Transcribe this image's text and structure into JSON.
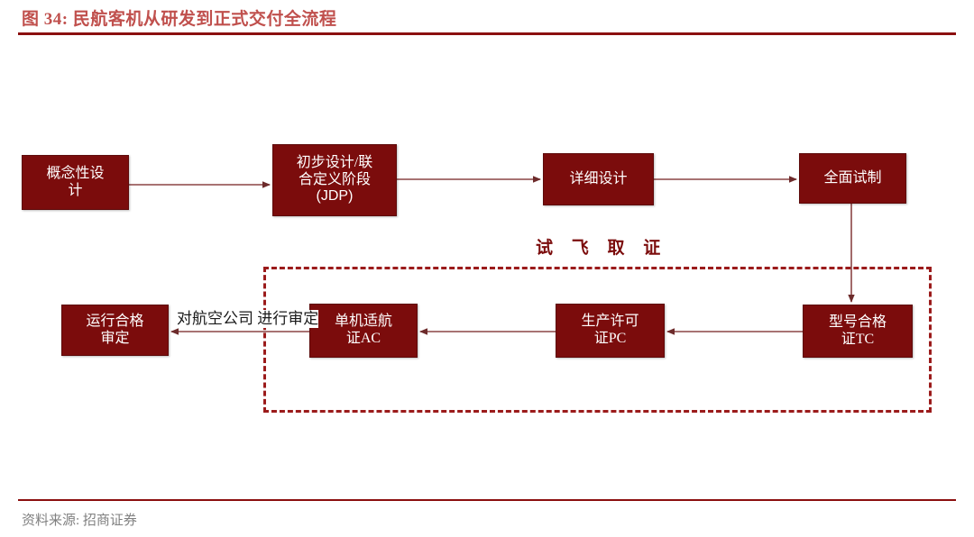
{
  "header": {
    "figure_label": "图 34:",
    "title": "民航客机从研发到正式交付全流程",
    "full_title": "图 34: 民航客机从研发到正式交付全流程",
    "accent_color": "#C0504D",
    "rule_color": "#8B0F0F"
  },
  "footer": {
    "source": "资料来源: 招商证券",
    "rule_color": "#8B0F0F",
    "text_color": "#808080"
  },
  "diagram": {
    "box_fill": "#7B0C0C",
    "box_text_color": "#FFFFFF",
    "arrow_color": "#8B4545",
    "dashed_color": "#9B1B1B",
    "region": {
      "label": "试 飞 取 证",
      "plain_label": "试飞取证"
    },
    "edge_label": {
      "line1": "对航空公司",
      "line2": "进行审定"
    },
    "nodes": [
      {
        "id": "concept",
        "line1": "概念性设",
        "line2": "计",
        "line3": ""
      },
      {
        "id": "jdp",
        "line1": "初步设计/联",
        "line2": "合定义阶段",
        "line3": "(JDP)"
      },
      {
        "id": "detail",
        "line1": "详细设计",
        "line2": "",
        "line3": ""
      },
      {
        "id": "prototype",
        "line1": "全面试制",
        "line2": "",
        "line3": ""
      },
      {
        "id": "tc",
        "line1": "型号合格",
        "line2": "证TC",
        "line3": ""
      },
      {
        "id": "pc",
        "line1": "生产许可",
        "line2": "证PC",
        "line3": ""
      },
      {
        "id": "ac",
        "line1": "单机适航",
        "line2": "证AC",
        "line3": ""
      },
      {
        "id": "ops",
        "line1": "运行合格",
        "line2": "审定",
        "line3": ""
      }
    ]
  }
}
